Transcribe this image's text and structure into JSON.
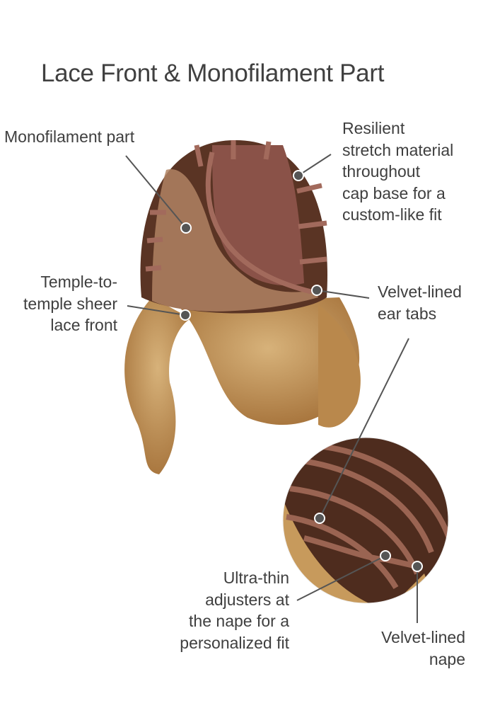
{
  "title": "Lace Front & Monofilament Part",
  "labels": {
    "monofilament": "Monofilament part",
    "resilient": [
      "Resilient",
      "stretch material",
      "throughout",
      "cap base for a",
      "custom-like fit"
    ],
    "temple": [
      "Temple-to-",
      "temple sheer",
      "lace front"
    ],
    "ear_tabs": [
      "Velvet-lined",
      "ear tabs"
    ],
    "adjusters": [
      "Ultra-thin",
      "adjusters at",
      "the nape for a",
      "personalized fit"
    ],
    "nape": [
      "Velvet-lined",
      "nape"
    ]
  },
  "colors": {
    "text": "#3f3f3f",
    "leader": "#555555",
    "cap": "#5a3424",
    "lace": "#a26a5c",
    "hair": "#c49a5e"
  }
}
